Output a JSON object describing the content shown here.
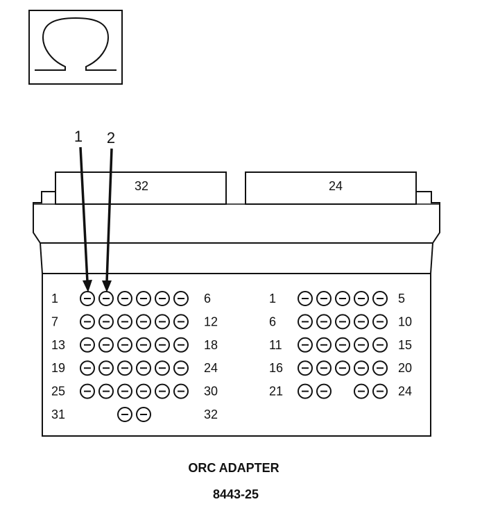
{
  "symbol": {
    "icon": "ohm-symbol-icon"
  },
  "callouts": [
    "1",
    "2"
  ],
  "connectors": [
    {
      "label": "32",
      "rows": [
        {
          "left": "1",
          "right": "6",
          "slots": [
            1,
            1,
            1,
            1,
            1,
            1
          ]
        },
        {
          "left": "7",
          "right": "12",
          "slots": [
            1,
            1,
            1,
            1,
            1,
            1
          ]
        },
        {
          "left": "13",
          "right": "18",
          "slots": [
            1,
            1,
            1,
            1,
            1,
            1
          ]
        },
        {
          "left": "19",
          "right": "24",
          "slots": [
            1,
            1,
            1,
            1,
            1,
            1
          ]
        },
        {
          "left": "25",
          "right": "30",
          "slots": [
            1,
            1,
            1,
            1,
            1,
            1
          ]
        },
        {
          "left": "31",
          "right": "32",
          "slots": [
            0,
            0,
            1,
            1,
            0,
            0
          ]
        }
      ]
    },
    {
      "label": "24",
      "rows": [
        {
          "left": "1",
          "right": "5",
          "slots": [
            1,
            1,
            1,
            1,
            1
          ]
        },
        {
          "left": "6",
          "right": "10",
          "slots": [
            1,
            1,
            1,
            1,
            1
          ]
        },
        {
          "left": "11",
          "right": "15",
          "slots": [
            1,
            1,
            1,
            1,
            1
          ]
        },
        {
          "left": "16",
          "right": "20",
          "slots": [
            1,
            1,
            1,
            1,
            1
          ]
        },
        {
          "left": "21",
          "right": "24",
          "slots": [
            1,
            1,
            0,
            1,
            1
          ]
        }
      ]
    }
  ],
  "caption": {
    "title": "ORC ADAPTER",
    "part_number": "8443-25"
  }
}
